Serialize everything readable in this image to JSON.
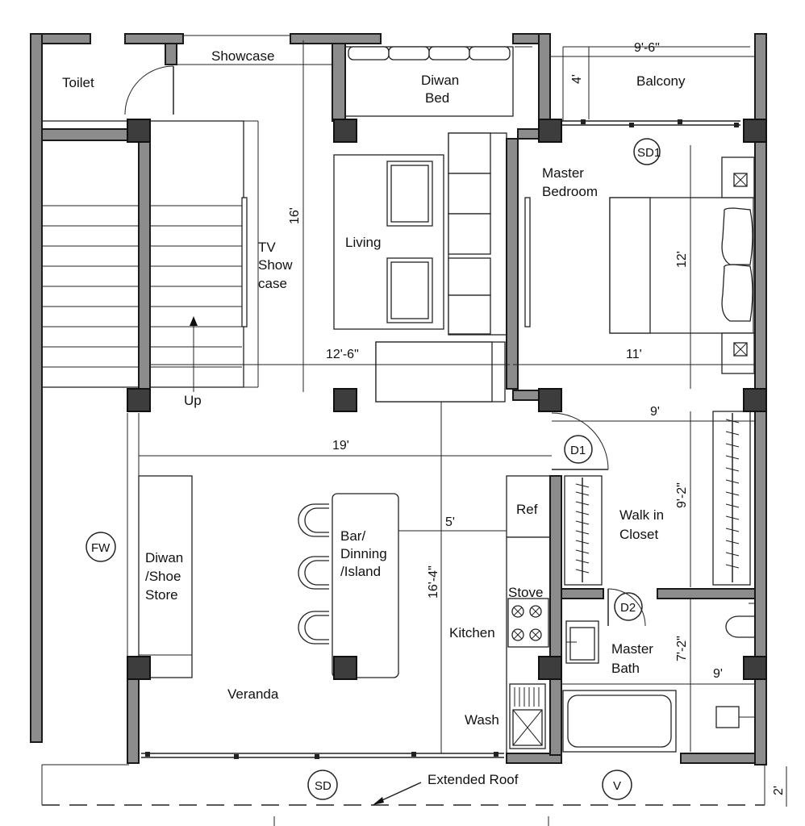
{
  "rooms": {
    "toilet": "Toilet",
    "showcase": "Showcase",
    "diwan_bed_1": "Diwan",
    "diwan_bed_2": "Bed",
    "balcony": "Balcony",
    "living": "Living",
    "tv_1": "TV",
    "tv_2": "Show",
    "tv_3": "case",
    "master_bedroom_1": "Master",
    "master_bedroom_2": "Bedroom",
    "up": "Up",
    "ref": "Ref",
    "walk_in_1": "Walk in",
    "walk_in_2": "Closet",
    "bar_1": "Bar/",
    "bar_2": "Dinning",
    "bar_3": "/Island",
    "diwan_shoe_1": "Diwan",
    "diwan_shoe_2": "/Shoe",
    "diwan_shoe_3": "Store",
    "stove": "Stove",
    "kitchen": "Kitchen",
    "master_bath_1": "Master",
    "master_bath_2": "Bath",
    "veranda": "Veranda",
    "wash": "Wash",
    "extended_roof": "Extended Roof"
  },
  "dimensions": {
    "balcony_width": "9'-6\"",
    "balcony_depth": "4'",
    "living_height": "16'",
    "living_width": "12'-6\"",
    "bedroom_width": "11'",
    "bedroom_height": "12'",
    "closet_width": "9'",
    "closet_height": "9'-2\"",
    "veranda_width": "19'",
    "island_gap": "5'",
    "veranda_height": "16'-4\"",
    "bath_height": "7'-2\"",
    "bath_width": "9'",
    "roof_depth": "2'"
  },
  "tags": {
    "sd1": "SD1",
    "d1": "D1",
    "d2": "D2",
    "fw": "FW",
    "sd": "SD",
    "v": "V"
  }
}
